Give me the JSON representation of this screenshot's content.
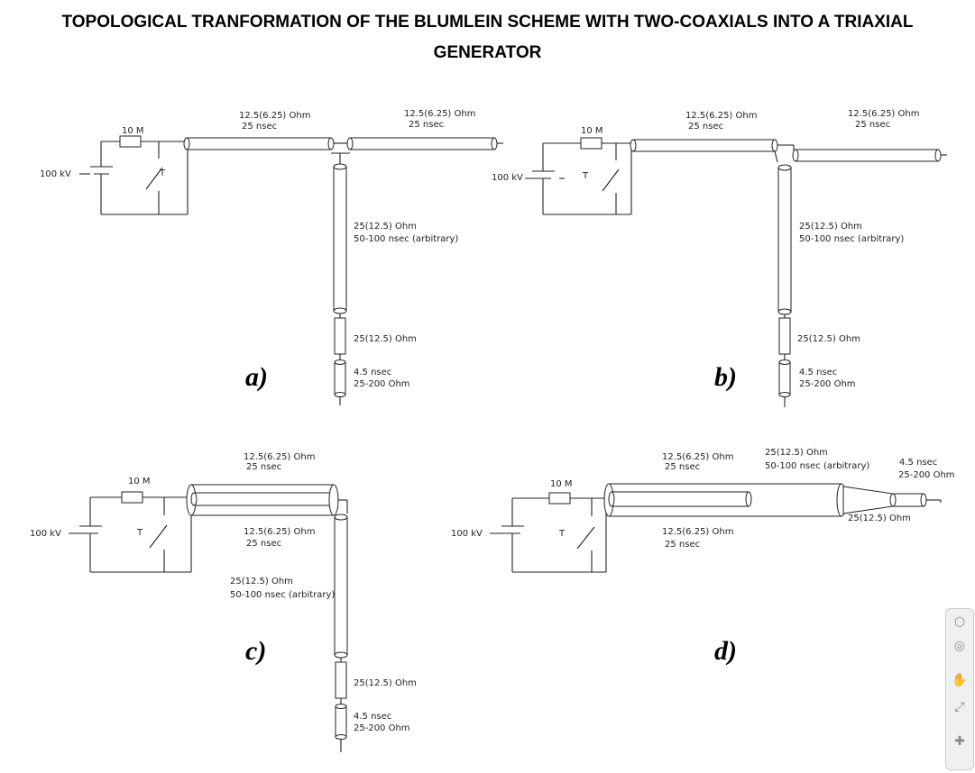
{
  "title": {
    "line1": "TOPOLOGICAL TRANFORMATION OF THE BLUMLEIN SCHEME WITH TWO-COAXIALS INTO A TRIAXIAL",
    "line2": "GENERATOR"
  },
  "panels": {
    "a": {
      "label": "a)",
      "source": "100 kV",
      "resistor": "10 M",
      "switch": "T",
      "line1_imp": "12.5(6.25) Ohm",
      "line1_del": "25 nsec",
      "line2_imp": "12.5(6.25) Ohm",
      "line2_del": "25 nsec",
      "vert_imp": "25(12.5) Ohm",
      "vert_del": "50-100 nsec (arbitrary)",
      "load": "25(12.5) Ohm",
      "out_del": "4.5 nsec",
      "out_imp": "25-200 Ohm"
    },
    "b": {
      "label": "b)",
      "source": "100 kV",
      "resistor": "10 M",
      "switch": "T",
      "line1_imp": "12.5(6.25) Ohm",
      "line1_del": "25 nsec",
      "line2_imp": "12.5(6.25) Ohm",
      "line2_del": "25 nsec",
      "vert_imp": "25(12.5) Ohm",
      "vert_del": "50-100 nsec (arbitrary)",
      "load": "25(12.5) Ohm",
      "out_del": "4.5 nsec",
      "out_imp": "25-200 Ohm"
    },
    "c": {
      "label": "c)",
      "source": "100 kV",
      "resistor": "10 M",
      "switch": "T",
      "line1_imp": "12.5(6.25) Ohm",
      "line1_del": "25 nsec",
      "line2_imp": "12.5(6.25) Ohm",
      "line2_del": "25 nsec",
      "vert_imp": "25(12.5) Ohm",
      "vert_del": "50-100 nsec (arbitrary)",
      "load": "25(12.5) Ohm",
      "out_del": "4.5 nsec",
      "out_imp": "25-200 Ohm"
    },
    "d": {
      "label": "d)",
      "source": "100 kV",
      "resistor": "10 M",
      "switch": "T",
      "line1_imp": "12.5(6.25) Ohm",
      "line1_del": "25 nsec",
      "line2_imp": "12.5(6.25) Ohm",
      "line2_del": "25 nsec",
      "vert_imp": "25(12.5) Ohm",
      "vert_del": "50-100 nsec (arbitrary)",
      "load": "25(12.5) Ohm",
      "out_del": "4.5 nsec",
      "out_imp": "25-200 Ohm"
    }
  },
  "toolbar": {
    "icons": [
      "cube-icon",
      "orbit-icon",
      "pan-hand-icon",
      "zoom-icon",
      "move-icon"
    ]
  }
}
